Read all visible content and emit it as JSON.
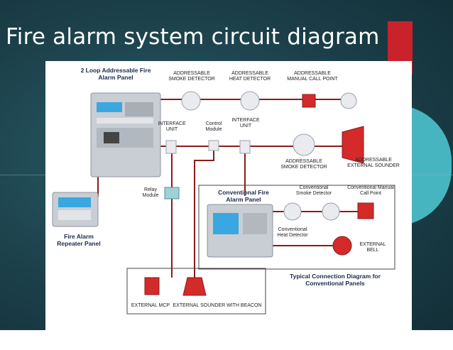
{
  "slide": {
    "title": "Fire alarm system circuit diagram"
  },
  "diagram": {
    "labels": {
      "main_panel": "2 Loop Addressable Fire\nAlarm Panel",
      "addr_smoke_top": "ADDRESSABLE\nSMOKE DETECTOR",
      "addr_heat": "ADDRESSABLE\nHEAT DETECTOR",
      "addr_mcp": "ADDRESSABLE\nMANUAL CALL POINT",
      "interface_unit_1": "INTERFACE\nUNIT",
      "control_module": "Control\nModule",
      "interface_unit_2": "INTERFACE\nUNIT",
      "addr_smoke_bottom": "ADDRESSABLE\nSMOKE DETECTOR",
      "addr_sounder": "ADDRESSABLE\nEXTERNAL SOUNDER",
      "relay_module": "Relay\nModule",
      "conv_panel": "Conventional Fire\nAlarm Panel",
      "conv_smoke": "Conventional\nSmoke Detector",
      "conv_mcp": "Conventional Manual\nCall Point",
      "conv_heat": "Conventional\nHeat Detector",
      "external_bell": "EXTERNAL\nBELL",
      "repeater_panel": "Fire Alarm\nRepeater Panel",
      "typical_connection": "Typical Connection Diagram for\nConventional Panels",
      "external_mcp": "EXTERNAL MCP",
      "external_sounder": "EXTERNAL Sounder with Beacon"
    },
    "colors": {
      "wire": "#8a1c1c",
      "panel_body": "#c9cdd4",
      "screen": "#3aa7e0",
      "detector": "#e9ebee",
      "red_device": "#d42a2a"
    }
  }
}
